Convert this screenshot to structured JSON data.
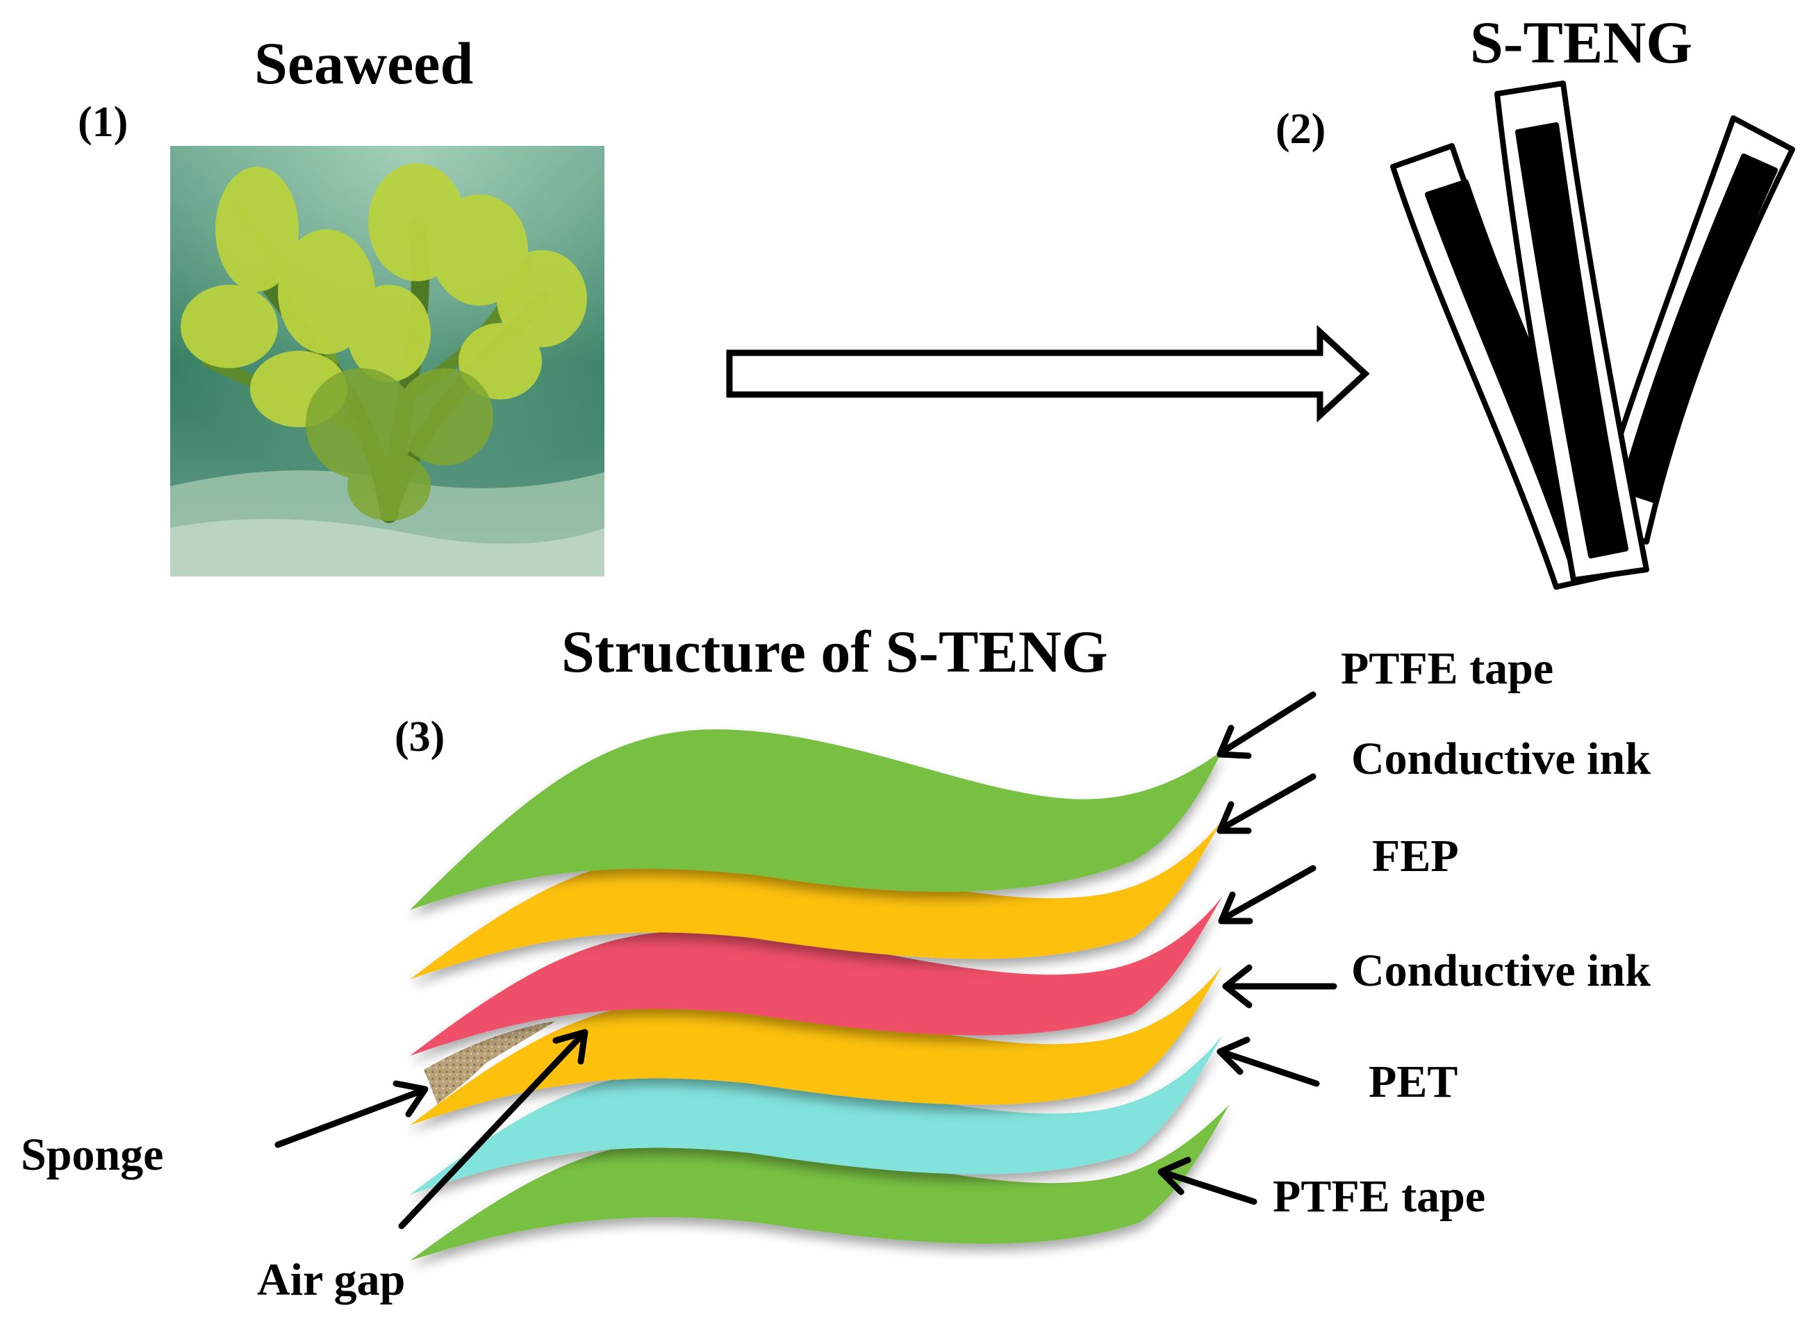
{
  "titles": {
    "seaweed": "Seaweed",
    "steng": "S-TENG",
    "structure": "Structure of S-TENG"
  },
  "panels": {
    "p1": "(1)",
    "p2": "(2)",
    "p3": "(3)"
  },
  "layers": [
    {
      "id": "ptfe-top",
      "label": "PTFE tape",
      "color": "#78c043"
    },
    {
      "id": "ink-top",
      "label": "Conductive ink",
      "color": "#fcc010"
    },
    {
      "id": "fep",
      "label": "FEP",
      "color": "#ef5068"
    },
    {
      "id": "ink-bottom",
      "label": "Conductive ink",
      "color": "#fcc010"
    },
    {
      "id": "pet",
      "label": "PET",
      "color": "#82e3dc"
    },
    {
      "id": "ptfe-bottom",
      "label": "PTFE tape",
      "color": "#78c043"
    }
  ],
  "callouts": {
    "sponge": "Sponge",
    "air_gap": "Air gap"
  },
  "colors": {
    "water_dark": "#2e7a5c",
    "water_light": "#7fb8a0",
    "seaweed": "#9fb83a",
    "sand": "#c9b48a"
  }
}
